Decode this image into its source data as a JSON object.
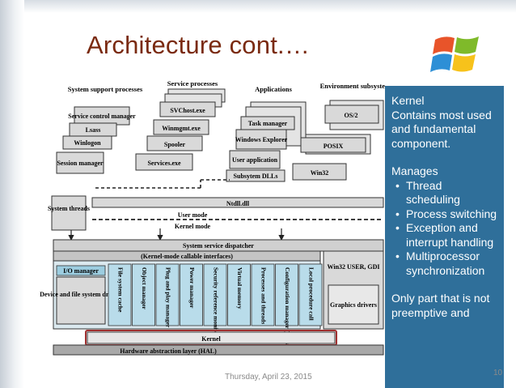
{
  "slide": {
    "title": "Architecture cont.…",
    "footer_date": "Thursday, April 23, 2015",
    "page_number": "10"
  },
  "callout": {
    "heading": "Kernel",
    "desc": "Contains most used and fundamental component.",
    "manages": "Manages",
    "items": [
      "Thread scheduling",
      "Process switching",
      "Exception and interrupt handling",
      "Multiprocessor synchronization"
    ],
    "footer": "Only part that is not preemptive and"
  },
  "diagram": {
    "headers": {
      "system_support": "System support processes",
      "service_processes": "Service processes",
      "applications": "Applications",
      "environment": "Environment subsystems"
    },
    "boxes": {
      "service_control": "Service control manager",
      "lsass": "Lsass",
      "winlogon": "Winlogon",
      "session_manager": "Session manager",
      "svchost": "SVChost.exe",
      "winmgmt": "Winmgmt.exe",
      "spooler": "Spooler",
      "services": "Services.exe",
      "task_manager": "Task manager",
      "windows_explorer": "Windows Explorer",
      "user_application": "User application",
      "subsystem_dlls": "Subsytem DLLs",
      "os2": "OS/2",
      "posix": "POSIX",
      "win32": "Win32",
      "system_threads": "System threads",
      "ntdll": "Ntdll.dll",
      "user_mode": "User mode",
      "kernel_mode": "Kernel mode",
      "syscall_dispatcher": "System service dispatcher",
      "callable_interfaces": "(Kernel-mode callable interfaces)",
      "io_manager": "I/O manager",
      "device_drivers": "Device and file system drivers",
      "win32_user_gdi": "Win32 USER, GDI",
      "graphics_drivers": "Graphics drivers",
      "kernel": "Kernel",
      "hal": "Hardware abstraction layer (HAL)"
    },
    "columns": [
      "File system cache",
      "Object manager",
      "Plug and play manager",
      "Power manager",
      "Security reference monitor",
      "Virtual memory",
      "Processes and threads",
      "Configuration manager (registry)",
      "Local procedure call"
    ]
  }
}
